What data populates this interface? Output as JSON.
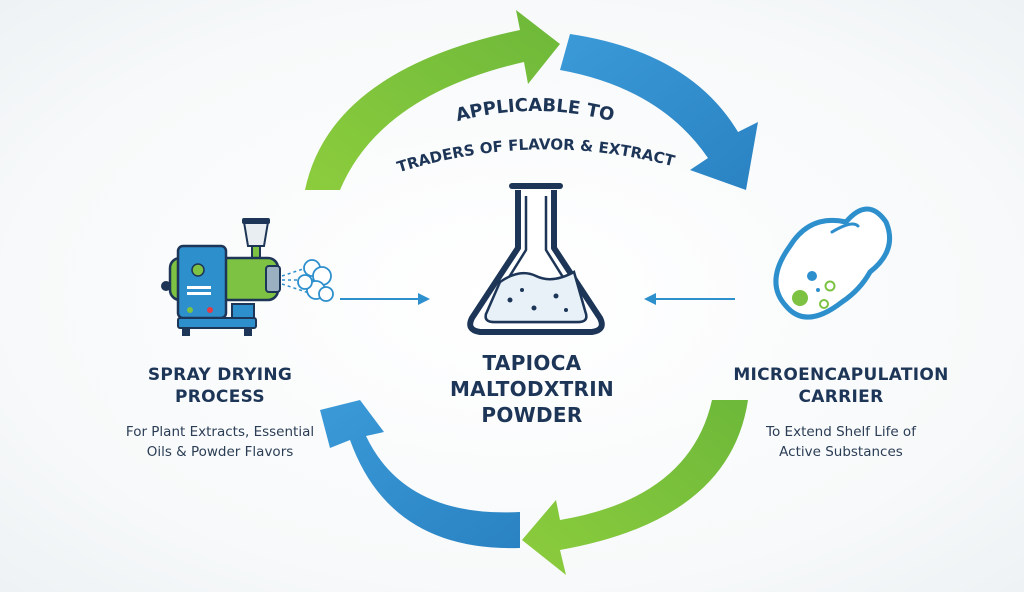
{
  "cycle_caption": {
    "line1": "APPLICABLE TO",
    "line2": "TRADERS OF FLAVOR & EXTRACT"
  },
  "center": {
    "line1": "TAPIOCA",
    "line2": "MALTODXTRIN",
    "line3": "POWDER",
    "icon": "flask-icon"
  },
  "left": {
    "head_line1": "SPRAY DRYING",
    "head_line2": "PROCESS",
    "sub_line1": "For Plant Extracts, Essential",
    "sub_line2": "Oils & Powder Flavors",
    "icon": "spray-dryer-icon"
  },
  "right": {
    "head_line1": "MICROENCAPULATION",
    "head_line2": "CARRIER",
    "sub_line1": "To Extend Shelf Life of",
    "sub_line2": "Active Substances",
    "icon": "capsule-icon"
  },
  "colors": {
    "green": "#7dc242",
    "blue": "#2e8fcd",
    "navy": "#1d3557"
  }
}
